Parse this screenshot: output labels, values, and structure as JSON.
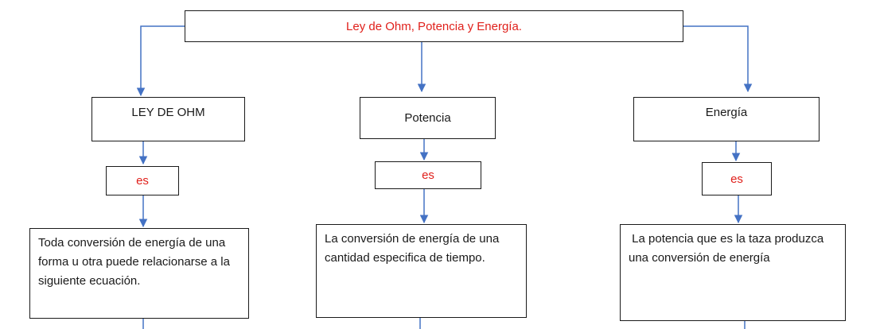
{
  "title": "Ley de Ohm, Potencia y Energía.",
  "branches": [
    {
      "heading": "LEY DE OHM",
      "connector": "es",
      "description": "Toda conversión de energía de una forma u otra puede relacionarse a la siguiente ecuación."
    },
    {
      "heading": "Potencia",
      "connector": "es",
      "description": "La conversión de energía de una cantidad especifica de tiempo."
    },
    {
      "heading": "Energía",
      "connector": "es",
      "description": " La potencia que es la taza produzca una conversión de energía"
    }
  ],
  "colors": {
    "arrow": "#4472c4",
    "accent_text": "#e0201b",
    "border": "#1a1a1a"
  }
}
